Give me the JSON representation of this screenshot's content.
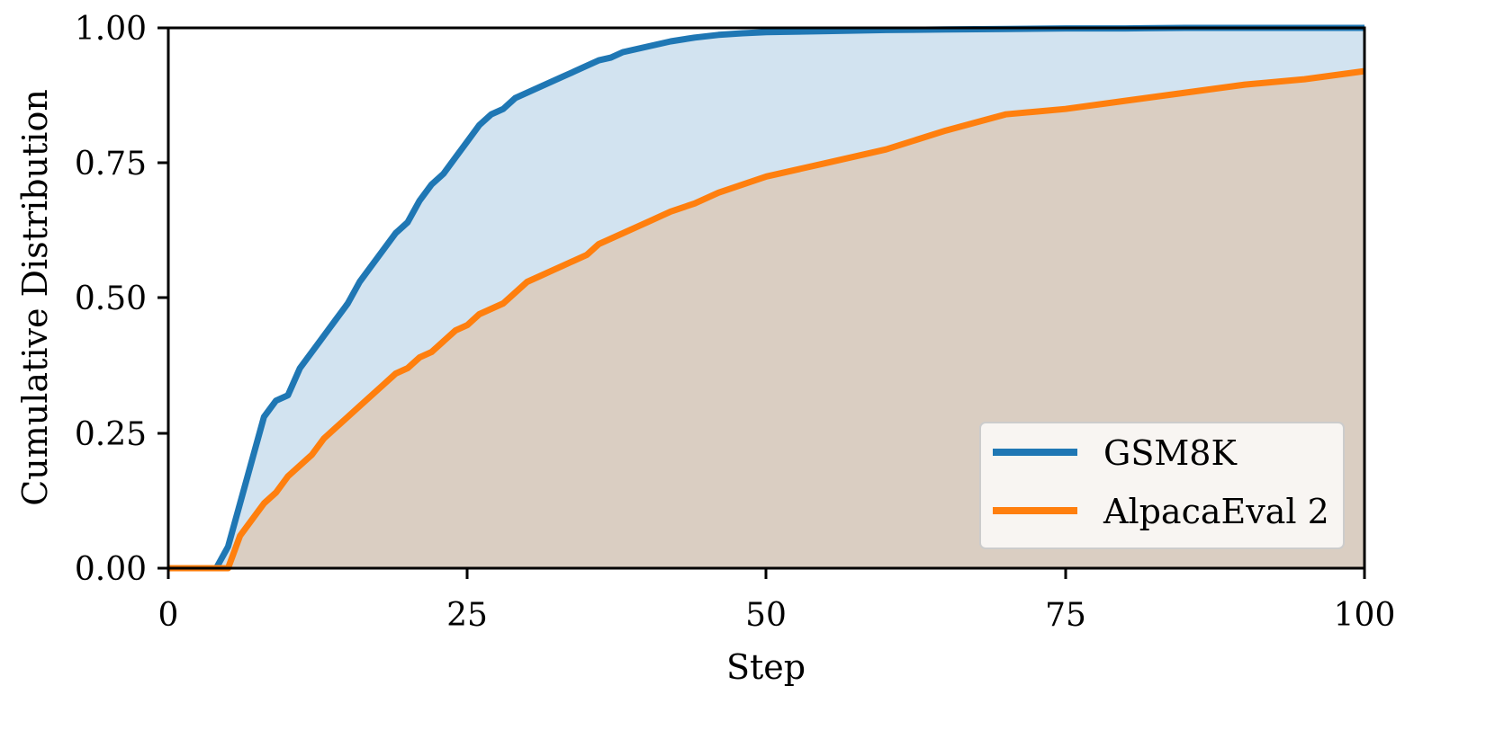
{
  "chart_data": {
    "type": "area",
    "title": "",
    "xlabel": "Step",
    "ylabel": "Cumulative Distribution",
    "xlim": [
      0,
      100
    ],
    "ylim": [
      0,
      1.0
    ],
    "xticks": [
      "0",
      "25",
      "50",
      "75",
      "100"
    ],
    "yticks": [
      "0.00",
      "0.25",
      "0.50",
      "0.75",
      "1.00"
    ],
    "grid": false,
    "legend_position": "lower right",
    "x": [
      0,
      2,
      4,
      5,
      6,
      7,
      8,
      9,
      10,
      11,
      12,
      13,
      14,
      15,
      16,
      17,
      18,
      19,
      20,
      21,
      22,
      23,
      24,
      25,
      26,
      27,
      28,
      29,
      30,
      31,
      32,
      33,
      34,
      35,
      36,
      37,
      38,
      39,
      40,
      42,
      44,
      46,
      48,
      50,
      55,
      60,
      65,
      70,
      75,
      80,
      85,
      90,
      95,
      100
    ],
    "series": [
      {
        "name": "GSM8K",
        "color": "#1f77b4",
        "fill": "#d2e3f0",
        "values": [
          0,
          0,
          0,
          0.04,
          0.12,
          0.2,
          0.28,
          0.31,
          0.32,
          0.37,
          0.4,
          0.43,
          0.46,
          0.49,
          0.53,
          0.56,
          0.59,
          0.62,
          0.64,
          0.68,
          0.71,
          0.73,
          0.76,
          0.79,
          0.82,
          0.84,
          0.85,
          0.87,
          0.88,
          0.89,
          0.9,
          0.91,
          0.92,
          0.93,
          0.94,
          0.945,
          0.955,
          0.96,
          0.965,
          0.975,
          0.982,
          0.987,
          0.99,
          0.992,
          0.994,
          0.996,
          0.997,
          0.998,
          0.999,
          0.999,
          1.0,
          1.0,
          1.0,
          1.0
        ]
      },
      {
        "name": "AlpacaEval 2",
        "color": "#ff7f0e",
        "fill": "#dacec2",
        "values": [
          0,
          0,
          0,
          0,
          0.06,
          0.09,
          0.12,
          0.14,
          0.17,
          0.19,
          0.21,
          0.24,
          0.26,
          0.28,
          0.3,
          0.32,
          0.34,
          0.36,
          0.37,
          0.39,
          0.4,
          0.42,
          0.44,
          0.45,
          0.47,
          0.48,
          0.49,
          0.51,
          0.53,
          0.54,
          0.55,
          0.56,
          0.57,
          0.58,
          0.6,
          0.61,
          0.62,
          0.63,
          0.64,
          0.66,
          0.675,
          0.695,
          0.71,
          0.725,
          0.75,
          0.775,
          0.81,
          0.84,
          0.85,
          0.865,
          0.88,
          0.895,
          0.905,
          0.92
        ]
      }
    ]
  },
  "legend": {
    "items": [
      {
        "label": "GSM8K",
        "color": "#1f77b4"
      },
      {
        "label": "AlpacaEval 2",
        "color": "#ff7f0e"
      }
    ]
  },
  "axes": {
    "xlabel": "Step",
    "ylabel": "Cumulative Distribution",
    "xticks": [
      "0",
      "25",
      "50",
      "75",
      "100"
    ],
    "yticks": [
      "0.00",
      "0.25",
      "0.50",
      "0.75",
      "1.00"
    ]
  }
}
